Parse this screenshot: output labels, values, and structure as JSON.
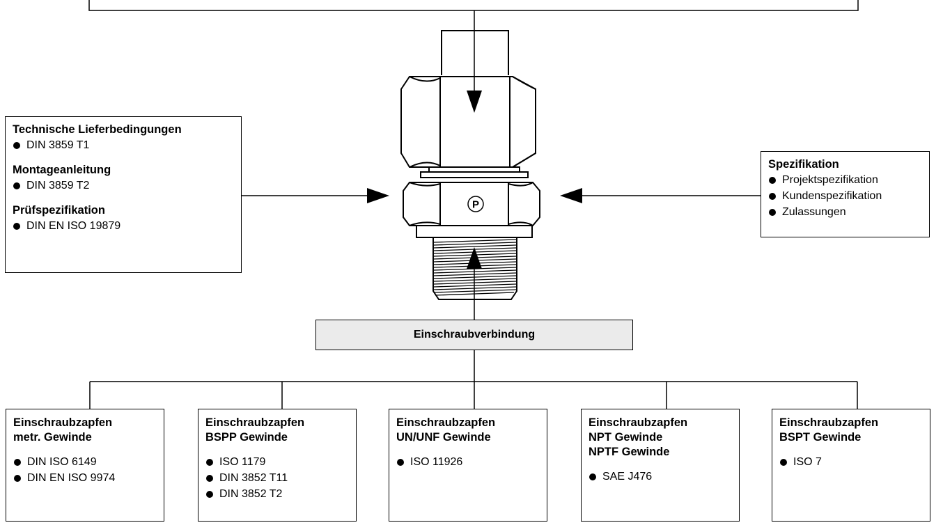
{
  "left_box": {
    "sections": [
      {
        "heading": "Technische Lieferbedingungen",
        "items": [
          "DIN 3859 T1"
        ]
      },
      {
        "heading": "Montageanleitung",
        "items": [
          "DIN 3859 T2"
        ]
      },
      {
        "heading": "Prüfspezifikation",
        "items": [
          "DIN EN ISO 19879"
        ]
      }
    ]
  },
  "right_box": {
    "heading": "Spezifikation",
    "items": [
      "Projektspezifikation",
      "Kundenspezifikation",
      "Zulassungen"
    ]
  },
  "center_box": {
    "label": "Einschraubverbindung"
  },
  "fitting_mark": "P",
  "bottom_boxes": [
    {
      "title_lines": [
        "Einschraubzapfen",
        "metr. Gewinde"
      ],
      "items": [
        "DIN ISO 6149",
        "DIN EN ISO 9974"
      ]
    },
    {
      "title_lines": [
        "Einschraubzapfen",
        "BSPP Gewinde"
      ],
      "items": [
        "ISO 1179",
        "DIN 3852 T11",
        "DIN 3852 T2"
      ]
    },
    {
      "title_lines": [
        "Einschraubzapfen",
        "UN/UNF Gewinde"
      ],
      "items": [
        "ISO 11926"
      ]
    },
    {
      "title_lines": [
        "Einschraubzapfen",
        "NPT Gewinde",
        "NPTF Gewinde"
      ],
      "items": [
        "SAE J476"
      ]
    },
    {
      "title_lines": [
        "Einschraubzapfen",
        "BSPT Gewinde"
      ],
      "items": [
        "ISO 7"
      ]
    }
  ],
  "colors": {
    "line": "#000000",
    "center_fill": "#ebebeb",
    "background": "#ffffff"
  }
}
